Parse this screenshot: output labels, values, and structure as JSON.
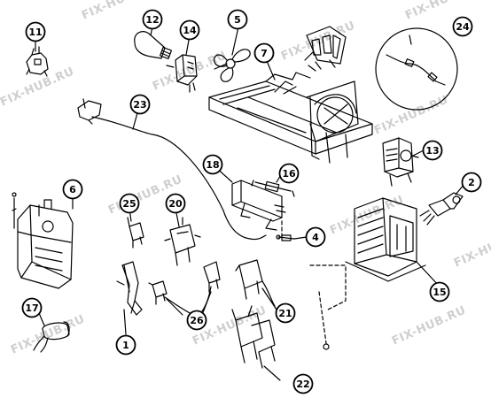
{
  "watermark": "FIX-HUB.RU",
  "parts": [
    {
      "id": "part-1",
      "number": "1"
    },
    {
      "id": "part-2",
      "number": "2"
    },
    {
      "id": "part-4",
      "number": "4"
    },
    {
      "id": "part-5",
      "number": "5"
    },
    {
      "id": "part-6",
      "number": "6"
    },
    {
      "id": "part-7",
      "number": "7"
    },
    {
      "id": "part-11",
      "number": "11"
    },
    {
      "id": "part-12",
      "number": "12"
    },
    {
      "id": "part-13",
      "number": "13"
    },
    {
      "id": "part-14",
      "number": "14"
    },
    {
      "id": "part-15",
      "number": "15"
    },
    {
      "id": "part-16",
      "number": "16"
    },
    {
      "id": "part-17",
      "number": "17"
    },
    {
      "id": "part-18",
      "number": "18"
    },
    {
      "id": "part-20",
      "number": "20"
    },
    {
      "id": "part-21",
      "number": "21"
    },
    {
      "id": "part-22",
      "number": "22"
    },
    {
      "id": "part-23",
      "number": "23"
    },
    {
      "id": "part-24",
      "number": "24"
    },
    {
      "id": "part-25",
      "number": "25"
    },
    {
      "id": "part-26",
      "number": "26"
    }
  ]
}
